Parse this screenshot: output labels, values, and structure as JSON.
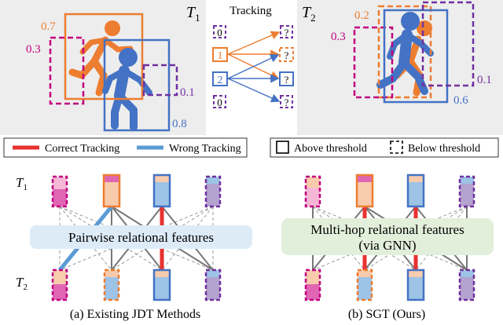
{
  "top": {
    "t1_label": "T",
    "t1_sub": "1",
    "t2_label": "T",
    "t2_sub": "2",
    "tracking_title": "Tracking",
    "left_scores": {
      "orange": "0.7",
      "magenta": "0.3",
      "blue": "0.8",
      "purple": "0.1"
    },
    "right_scores": {
      "orange": "0.2",
      "magenta": "0.3",
      "blue": "0.6",
      "purple": "0.1"
    },
    "id_boxes_left": [
      "0",
      "1",
      "2",
      "0"
    ],
    "id_boxes_right": [
      "?",
      "?",
      "?",
      "?"
    ]
  },
  "legend": {
    "correct": "Correct Tracking",
    "wrong": "Wrong Tracking",
    "above": "Above threshold",
    "below": "Below threshold"
  },
  "bottom": {
    "row1_label": "T",
    "row1_sub": "1",
    "row2_label": "T",
    "row2_sub": "2",
    "left_feature": "Pairwise relational features",
    "right_feature_line1": "Multi-hop relational features",
    "right_feature_line2": "(via GNN)",
    "left_caption": "(a) Existing JDT Methods",
    "right_caption": "(b) SGT (Ours)"
  },
  "colors": {
    "orange": "#ED7D31",
    "blue": "#4472C4",
    "magenta": "#C0007F",
    "purple": "#7030A0",
    "correct": "#E8312F",
    "wrong": "#5B9BD5",
    "panel_bg": "#EDEDED",
    "pill_left": "#DDEBF7",
    "pill_right": "#E2EFDA"
  }
}
